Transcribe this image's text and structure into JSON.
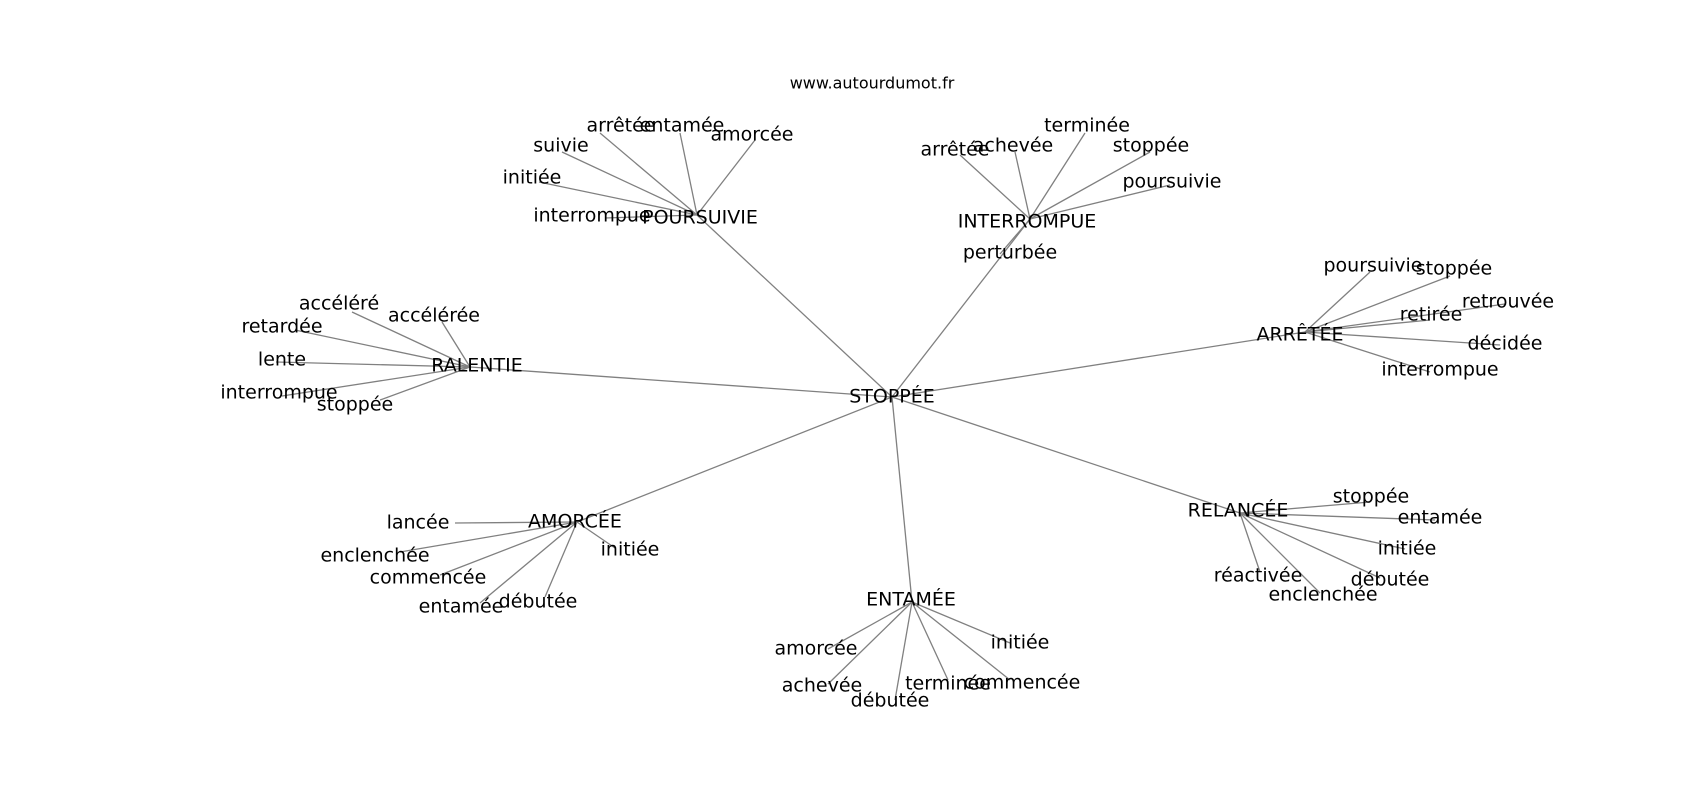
{
  "site": "www.autourdumot.fr",
  "colors": {
    "edge": "#808080",
    "text": "#000000",
    "background": "#ffffff"
  },
  "graph": {
    "center": {
      "id": "center",
      "label": "STOPPÉE"
    },
    "hubs": [
      {
        "id": "poursuivie",
        "label": "POURSUIVIE",
        "leaves": [
          "arrêtée",
          "entamée",
          "amorcée",
          "suivie",
          "initiée",
          "interrompue"
        ]
      },
      {
        "id": "interrompue",
        "label": "INTERROMPUE",
        "leaves": [
          "arrêtée",
          "achevée",
          "terminée",
          "stoppée",
          "poursuivie",
          "perturbée"
        ]
      },
      {
        "id": "ralentie",
        "label": "RALENTIE",
        "leaves": [
          "accéléré",
          "accélérée",
          "retardée",
          "lente",
          "interrompue",
          "stoppée"
        ]
      },
      {
        "id": "arretee",
        "label": "ARRÊTÉE",
        "leaves": [
          "poursuivie",
          "stoppée",
          "retrouvée",
          "retirée",
          "décidée",
          "interrompue"
        ]
      },
      {
        "id": "amorcee",
        "label": "AMORCÉE",
        "leaves": [
          "lancée",
          "enclenchée",
          "initiée",
          "commencée",
          "entamée",
          "débutée"
        ]
      },
      {
        "id": "relancee",
        "label": "RELANCÉE",
        "leaves": [
          "stoppée",
          "entamée",
          "initiée",
          "réactivée",
          "débutée",
          "enclenchée"
        ]
      },
      {
        "id": "entamee",
        "label": "ENTAMÉE",
        "leaves": [
          "amorcée",
          "initiée",
          "achevée",
          "terminée",
          "commencée",
          "débutée"
        ]
      }
    ]
  }
}
